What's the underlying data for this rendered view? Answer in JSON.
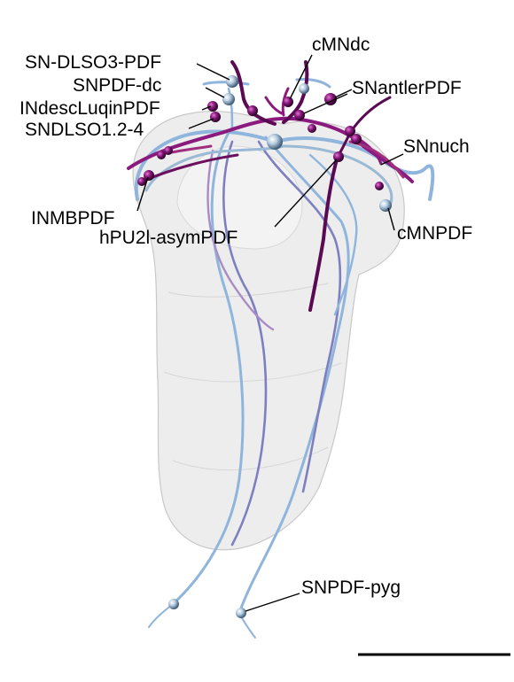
{
  "figure": {
    "labels": {
      "sn_dlso3_pdf": "SN-DLSO3-PDF",
      "snpdf_dc": "SNPDF-dc",
      "indesc_luqin_pdf": "INdescLuqinPDF",
      "sndlso_1_2_4": "SNDLSO1.2-4",
      "cmndc": "cMNdc",
      "snantler_pdf": "SNantlerPDF",
      "snnuch": "SNnuch",
      "inmb_pdf": "INMBPDF",
      "hpu2l_asym_pdf": "hPU2l-asymPDF",
      "cmn_pdf": "cMNPDF",
      "snpdf_pyg": "SNPDF-pyg"
    },
    "colors": {
      "body": "#bdbdbd",
      "light_blue": "#8fb5dc",
      "blue_purple": "#7e7fc0",
      "magenta": "#8b1a7e",
      "dark_purple": "#5a0a52",
      "soma_blue": "#9ab9d4",
      "soma_purple": "#6b0f5f"
    }
  }
}
